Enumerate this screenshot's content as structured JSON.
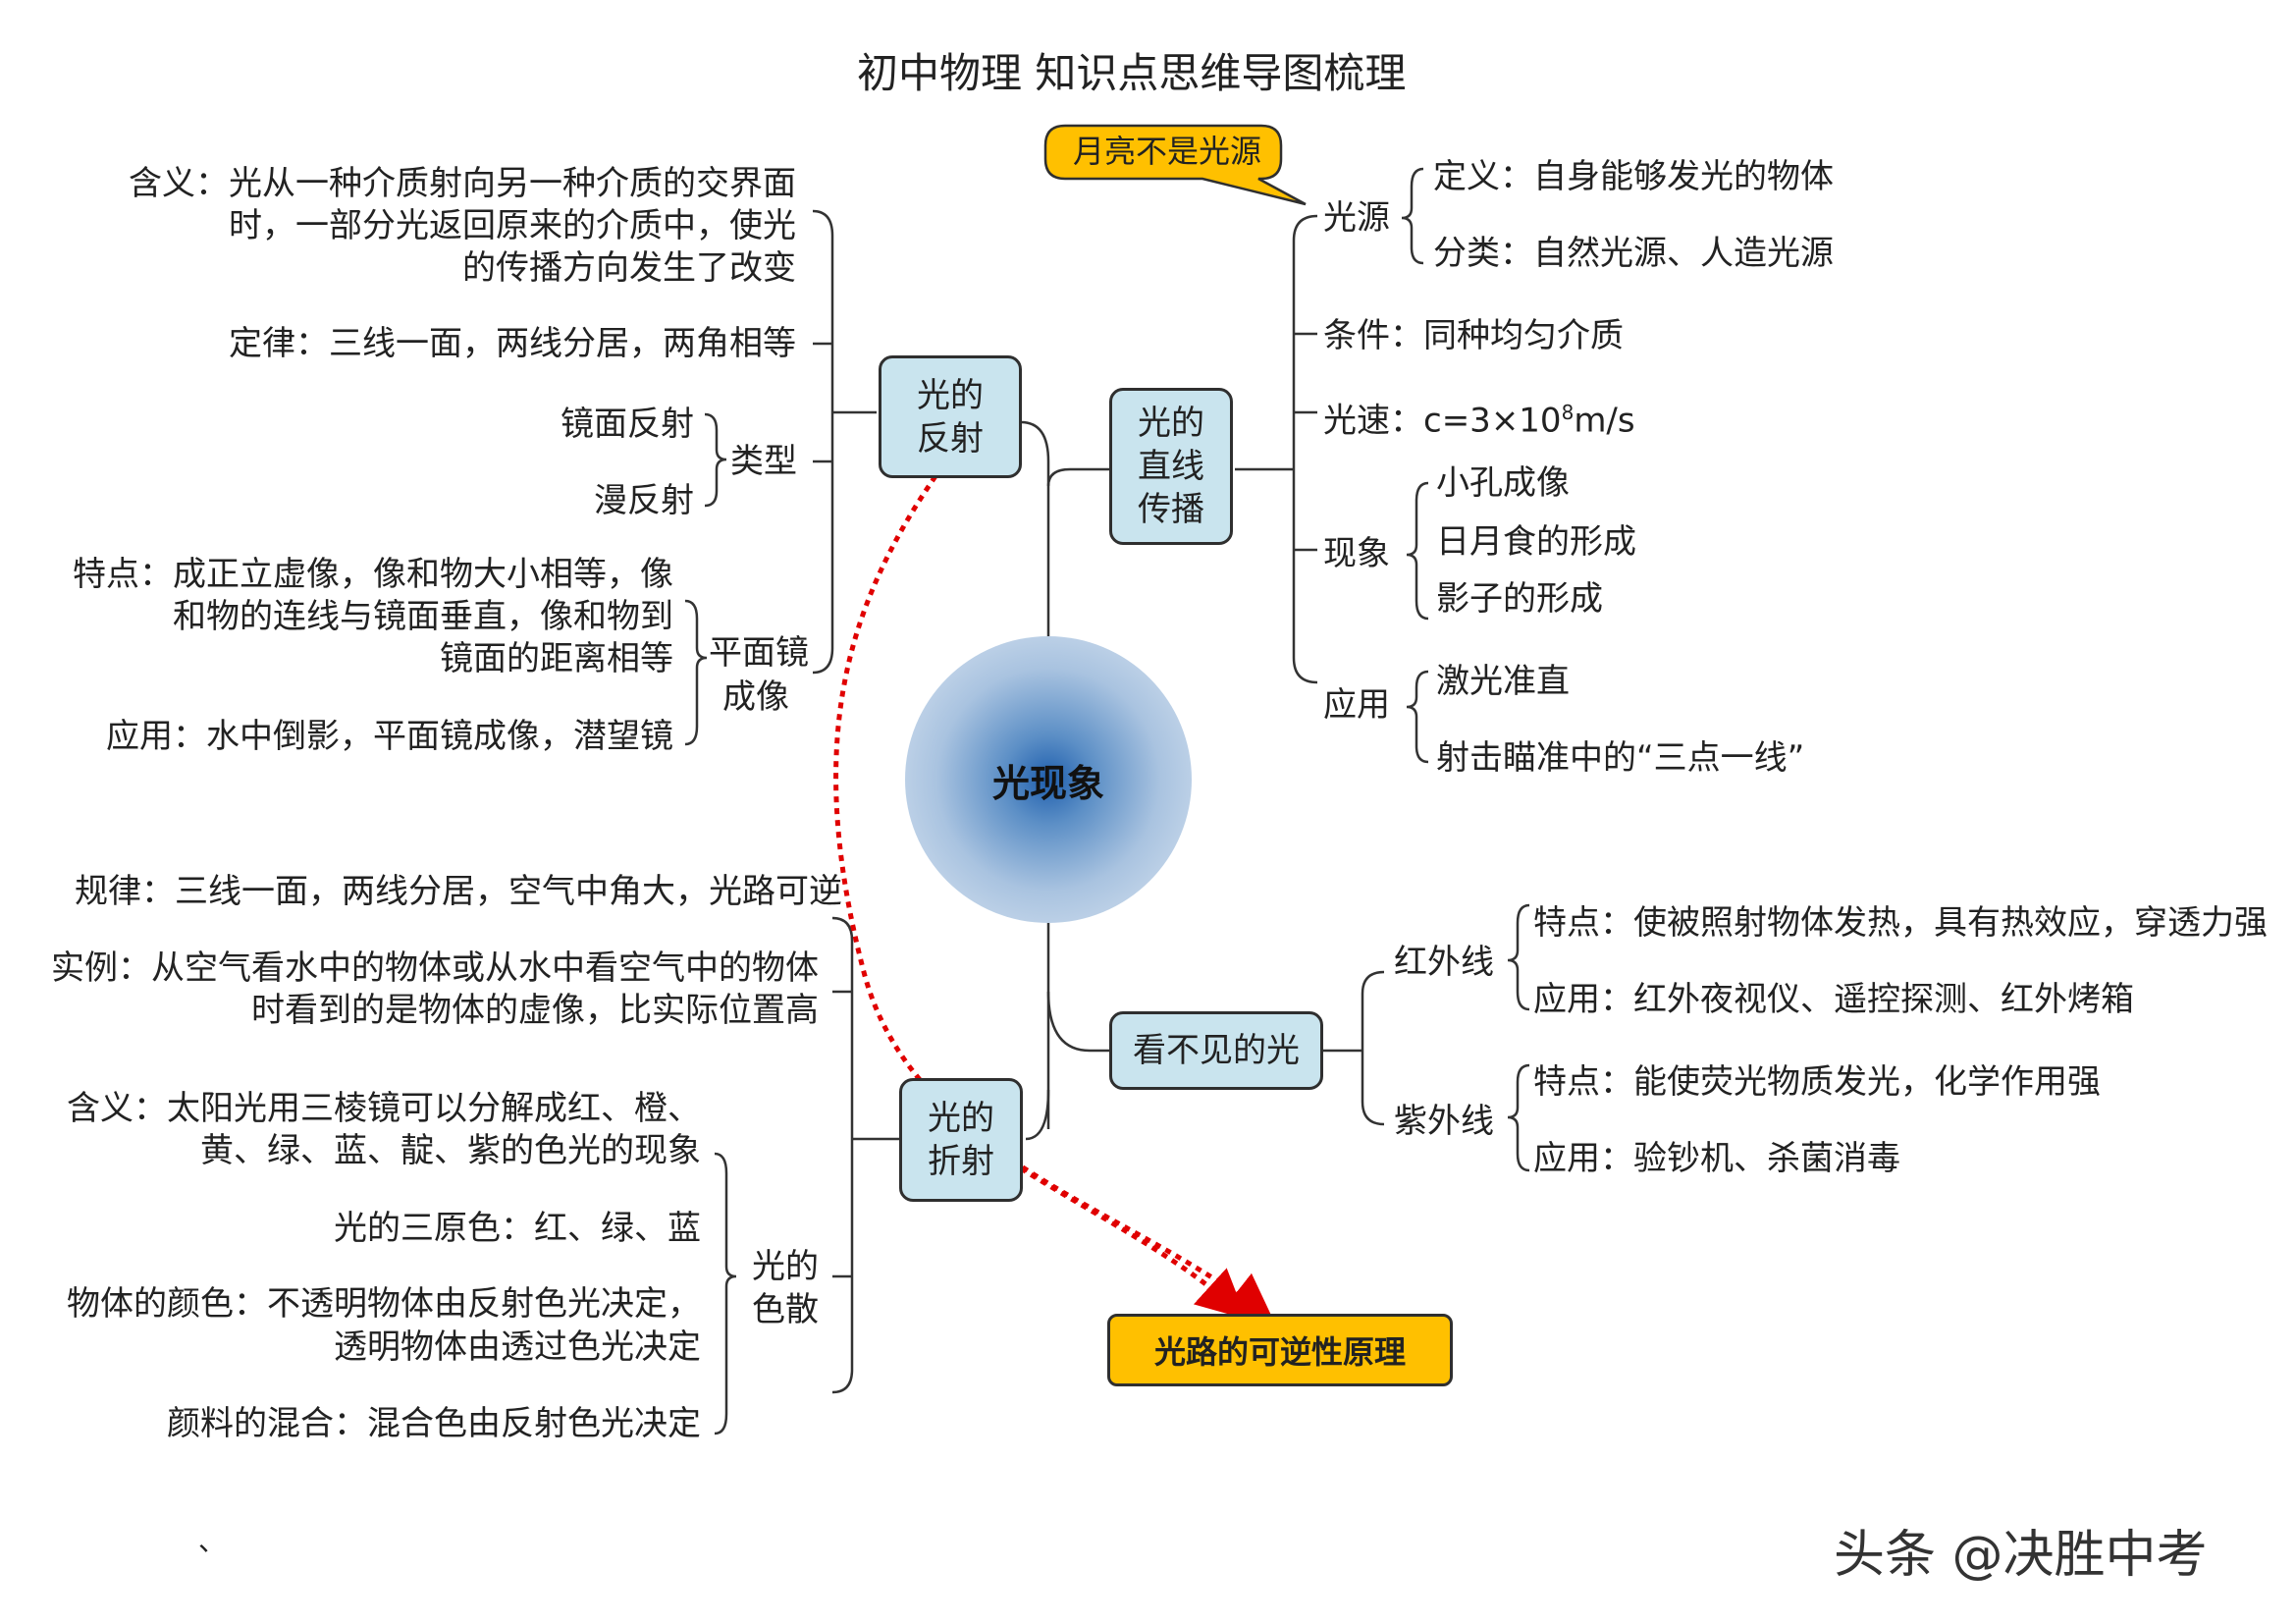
{
  "title": "初中物理  知识点思维导图梳理",
  "center": "光现象",
  "callout": "月亮不是光源",
  "principle": "光路的可逆性原理",
  "watermark": "头条 @决胜中考",
  "stray_mark": "、",
  "reflection": {
    "label_line1": "光的",
    "label_line2": "反射",
    "meaning": [
      "含义：光从一种介质射向另一种介质的交界面",
      "时，一部分光返回原来的介质中，使光",
      "的传播方向发生了改变"
    ],
    "law": "定律：三线一面，两线分居，两角相等",
    "types_label": "类型",
    "types": [
      "镜面反射",
      "漫反射"
    ],
    "plane_label_line1": "平面镜",
    "plane_label_line2": "成像",
    "plane_features": [
      "特点：成正立虚像，像和物大小相等，像",
      "和物的连线与镜面垂直，像和物到",
      "镜面的距离相等"
    ],
    "plane_apps": "应用：水中倒影，平面镜成像，潜望镜"
  },
  "straight": {
    "label": [
      "光的",
      "直线",
      "传播"
    ],
    "source_label": "光源",
    "source_def": "定义：自身能够发光的物体",
    "source_cls": "分类：自然光源、人造光源",
    "condition": "条件：同种均匀介质",
    "speed_prefix": "光速：c=3×10",
    "speed_exp": "8",
    "speed_suffix": "m/s",
    "phenomena_label": "现象",
    "phenomena": [
      "小孔成像",
      "日月食的形成",
      "影子的形成"
    ],
    "apps_label": "应用",
    "apps": [
      "激光准直",
      "射击瞄准中的“三点一线”"
    ]
  },
  "invisible": {
    "label": "看不见的光",
    "ir_label": "红外线",
    "ir_feature": "特点：使被照射物体发热，具有热效应，穿透力强",
    "ir_app": "应用：红外夜视仪、遥控探测、红外烤箱",
    "uv_label": "紫外线",
    "uv_feature": "特点：能使荧光物质发光，化学作用强",
    "uv_app": "应用：验钞机、杀菌消毒"
  },
  "refraction": {
    "label_line1": "光的",
    "label_line2": "折射",
    "law": "规律：三线一面，两线分居，空气中角大，光路可逆",
    "example": [
      "实例：从空气看水中的物体或从水中看空气中的物体",
      "时看到的是物体的虚像，比实际位置高"
    ],
    "dispersion_label_line1": "光的",
    "dispersion_label_line2": "色散",
    "disp_meaning": [
      "含义：太阳光用三棱镜可以分解成红、橙、",
      "黄、绿、蓝、靛、紫的色光的现象"
    ],
    "primary": "光的三原色：红、绿、蓝",
    "object_color": [
      "物体的颜色：不透明物体由反射色光决定，",
      "透明物体由透过色光决定"
    ],
    "pigment": "颜料的混合：混合色由反射色光决定"
  },
  "colors": {
    "box_fill": "#c9e4ee",
    "highlight": "#ffc000",
    "arrow": "#e00000"
  }
}
